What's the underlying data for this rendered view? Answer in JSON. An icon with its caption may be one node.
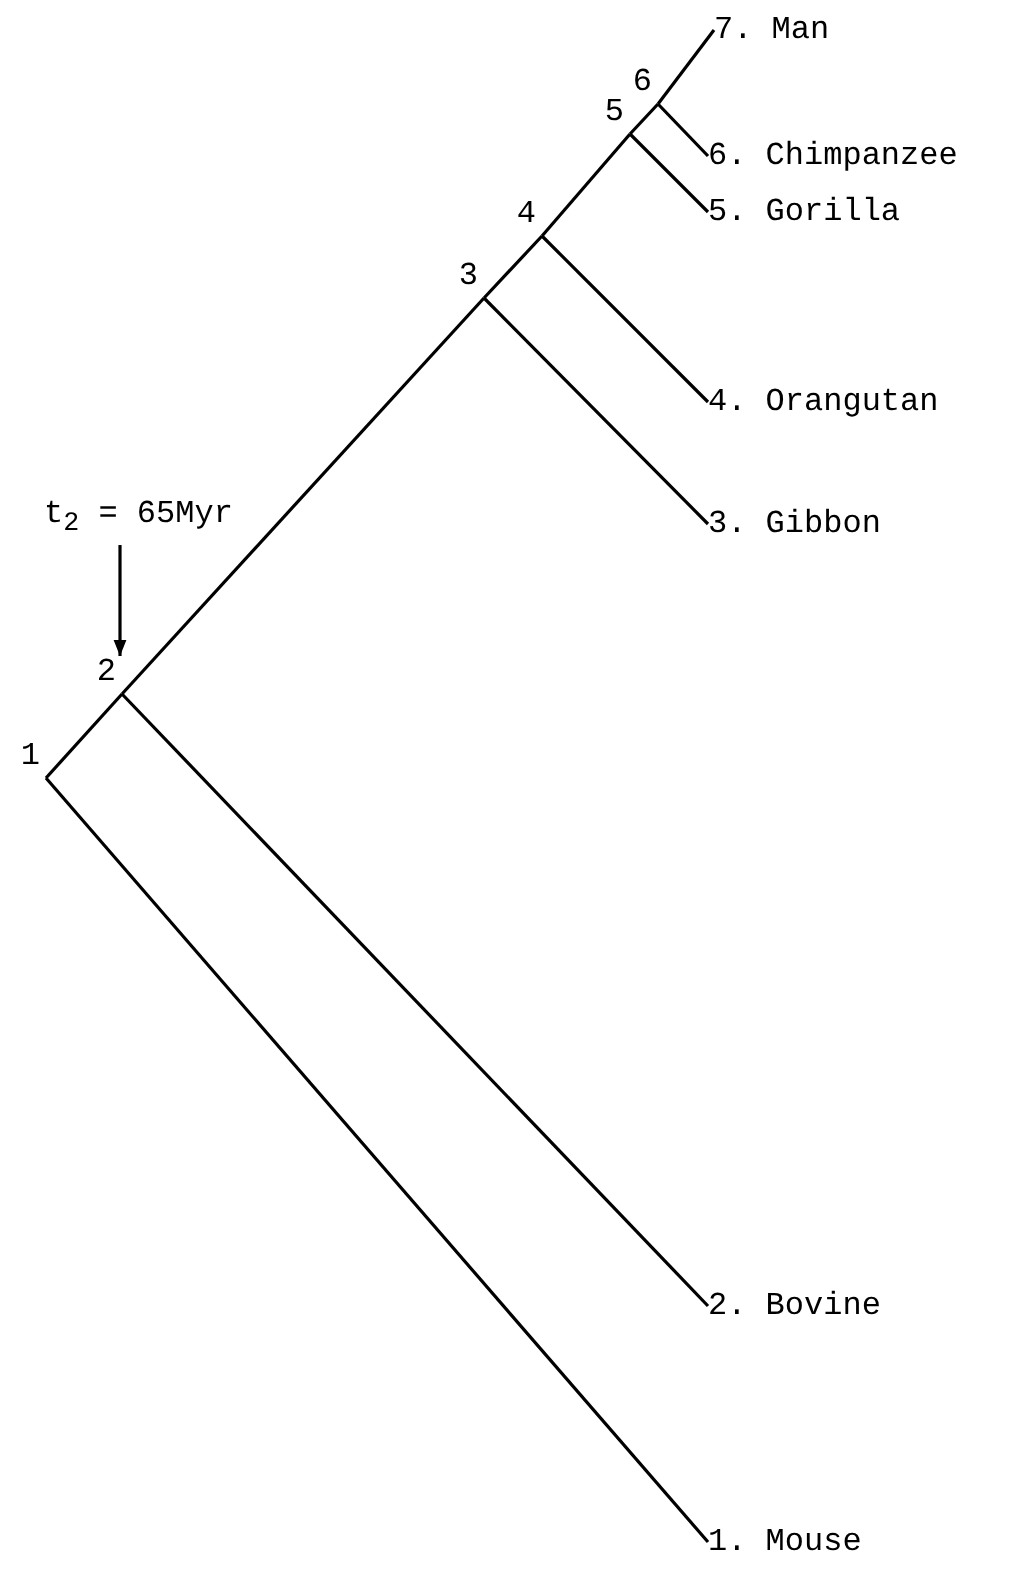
{
  "diagram": {
    "nodes": [
      {
        "text": [
          "7. Man"
        ]
      },
      {
        "text": [
          "6. Chimpanzee"
        ]
      },
      {
        "text": [
          "5. Gorilla"
        ]
      },
      {
        "text": [
          "4. Orangutan"
        ]
      },
      {
        "text": [
          "3. Gibbon"
        ]
      },
      {
        "text": [
          "t$_{2}$ = 65Myr"
        ]
      },
      {
        "text": [
          "2. Bovine"
        ]
      },
      {
        "text": [
          "1. Mouse"
        ]
      },
      {
        "text": [
          "1"
        ]
      },
      {
        "text": [
          "2"
        ]
      },
      {
        "text": [
          "3"
        ]
      },
      {
        "text": [
          "4"
        ]
      },
      {
        "text": [
          "5"
        ]
      },
      {
        "text": [
          "6"
        ]
      }
    ],
    "edges": [
      {
        "from": 8,
        "to": 9,
        "arrow": "none"
      },
      {
        "from": 8,
        "to": 7,
        "arrow": "none"
      },
      {
        "from": 9,
        "to": 10,
        "arrow": "none"
      },
      {
        "from": 9,
        "to": 6,
        "arrow": "none"
      },
      {
        "from": 10,
        "to": 11,
        "arrow": "none"
      },
      {
        "from": 10,
        "to": 4,
        "arrow": "none"
      },
      {
        "from": 11,
        "to": 12,
        "arrow": "none"
      },
      {
        "from": 11,
        "to": 3,
        "arrow": "none"
      },
      {
        "from": 12,
        "to": 13,
        "arrow": "none"
      },
      {
        "from": 12,
        "to": 2,
        "arrow": "none"
      },
      {
        "from": 13,
        "to": 0,
        "arrow": "none"
      },
      {
        "from": 13,
        "to": 1,
        "arrow": "none"
      },
      {
        "from": 5,
        "to": 9,
        "arrow": "to"
      }
    ]
  }
}
